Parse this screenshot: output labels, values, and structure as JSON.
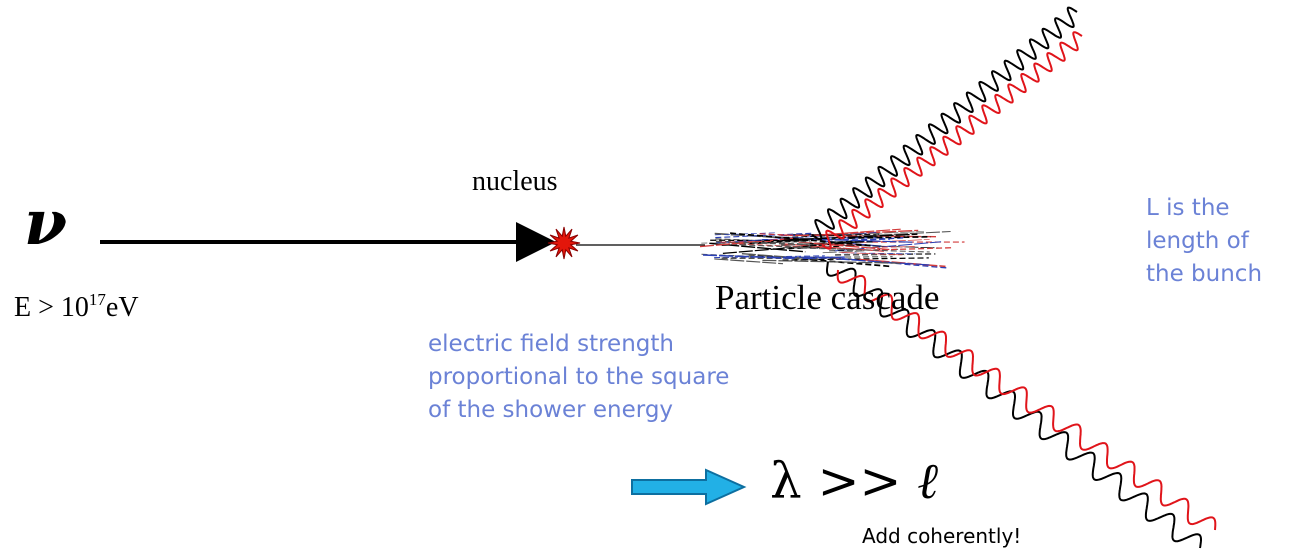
{
  "labels": {
    "neutrino_symbol": "ν",
    "energy_prefix": "E > 10",
    "energy_exponent": "17",
    "energy_unit": "eV",
    "nucleus": "nucleus",
    "particle_cascade": "Particle cascade",
    "field_note": [
      "electric field strength",
      "proportional to the square",
      "of the shower energy"
    ],
    "length_note": [
      "L is the",
      "length of",
      "the bunch"
    ],
    "lambda_relation": {
      "lambda": "λ",
      "relation": " >> ",
      "ell": "ℓ"
    },
    "add_coherently": "Add coherently!"
  },
  "colors": {
    "text": "#000000",
    "note_blue": "#6b82d6",
    "nucleus_red": "#e3160b",
    "arrow_cyan": "#1aa3d6",
    "wave_black": "#000000",
    "wave_red": "#e0141a",
    "cascade_blue": "#2a3fb5",
    "cascade_red": "#d23b3b"
  },
  "icons": {
    "nucleus": "red-starburst-icon",
    "implies_arrow": "cyan-arrow-icon"
  }
}
